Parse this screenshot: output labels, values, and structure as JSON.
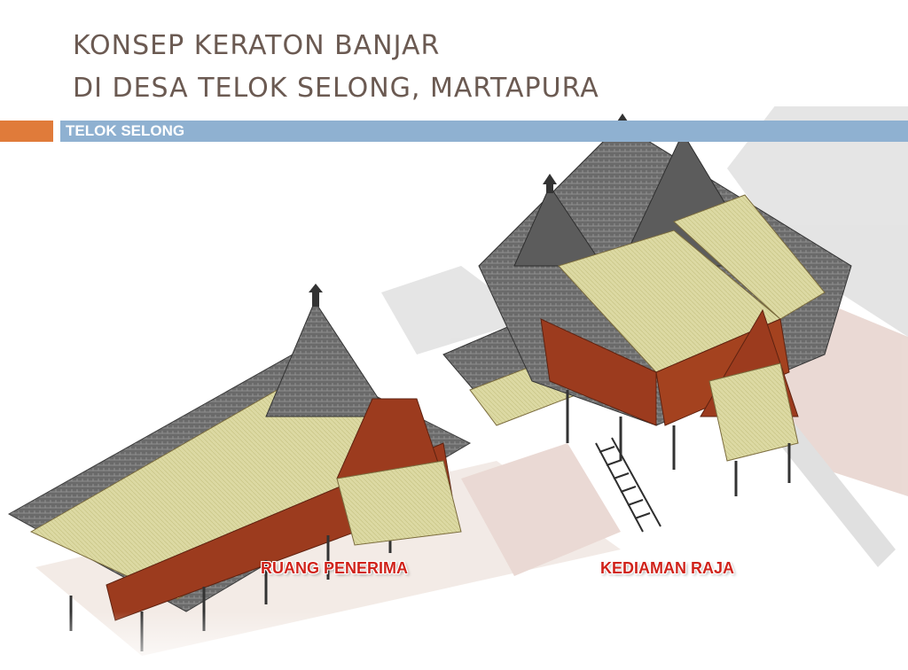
{
  "slide": {
    "title_line_1": "KONSEP KERATON BANJAR",
    "title_line_2": "DI DESA TELOK SELONG, MARTAPURA",
    "section_label": "TELOK SELONG"
  },
  "illustration": {
    "description_icon": "building-render-icon",
    "label_left": "RUANG PENERIMA",
    "label_right": "KEDIAMAN RAJA"
  },
  "colors": {
    "title": "#6b5a52",
    "accent": "#e07b3a",
    "section_bar": "#8fb1d1",
    "caption": "#d0231b",
    "roof": "#5f5f5f",
    "wall": "#9c3b1e",
    "floor": "#d6d49a"
  }
}
